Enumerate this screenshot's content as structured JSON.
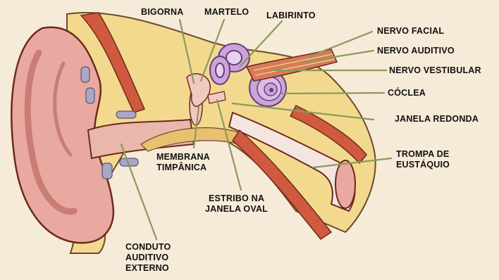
{
  "diagram": {
    "labels": {
      "bigorna": "BIGORNA",
      "martelo": "MARTELO",
      "labirinto": "LABIRINTO",
      "nervo_facial": "NERVO FACIAL",
      "nervo_auditivo": "NERVO AUDITIVO",
      "nervo_vestibular": "NERVO VESTIBULAR",
      "coclea": "CÓCLEA",
      "janela_redonda": "JANELA REDONDA",
      "trompa_1": "TROMPA DE",
      "trompa_2": "EUSTÁQUIO",
      "membrana_1": "MEMBRANA",
      "membrana_2": "TIMPÂNICA",
      "estribo_1": "ESTRIBO NA",
      "estribo_2": "JANELA OVAL",
      "conduto_1": "CONDUTO",
      "conduto_2": "AUDITIVO",
      "conduto_3": "EXTERNO"
    },
    "colors": {
      "background": "#f6ead8",
      "skin": "#e9a9a0",
      "skin_dark": "#c97d76",
      "bone": "#f3d98e",
      "muscle": "#cf5a3f",
      "cochlea": "#c9a6d9",
      "leader_line": "#8a9a5b"
    }
  }
}
